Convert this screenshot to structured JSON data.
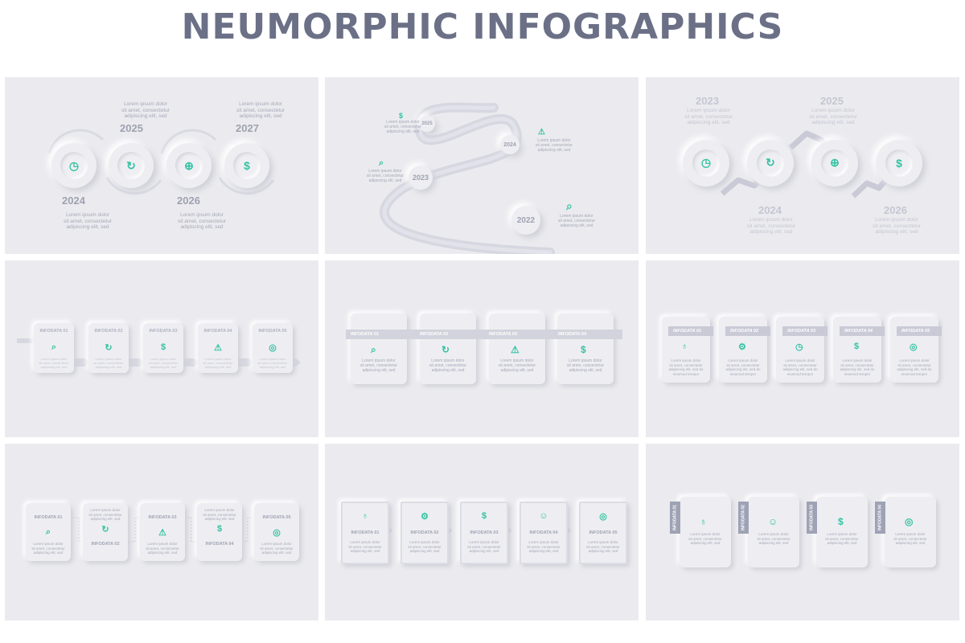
{
  "title": "NEUMORPHIC INFOGRAPHICS",
  "lorem3": "Lorem ipsum dolor\nsit amet, consectetur\nadipiscing elit, sed",
  "lorem4": "Lorem ipsum dolor\nsit amet, consectetur\nadipiscing elit, sed do\neiusmod tempor",
  "years": {
    "y2022": "2022",
    "y2023": "2023",
    "y2024": "2024",
    "y2025": "2025",
    "y2026": "2026",
    "y2027": "2027"
  },
  "labels": {
    "i1": "INFODATA 01",
    "i2": "INFODATA 02",
    "i3": "INFODATA 03",
    "i4": "INFODATA 04",
    "i5": "INFODATA 05"
  },
  "icons": {
    "clock": "clock-icon",
    "refresh": "refresh-icon",
    "globe": "globe-icon",
    "dollar": "dollar-icon",
    "search": "search-icon",
    "warning": "warning-icon",
    "target": "target-icon",
    "bulb": "lightbulb-icon",
    "gear": "gear-icon",
    "head": "head-icon"
  },
  "colors": {
    "accent": "#35c2a4",
    "title": "#6b7087",
    "panel": "#ebebef"
  }
}
